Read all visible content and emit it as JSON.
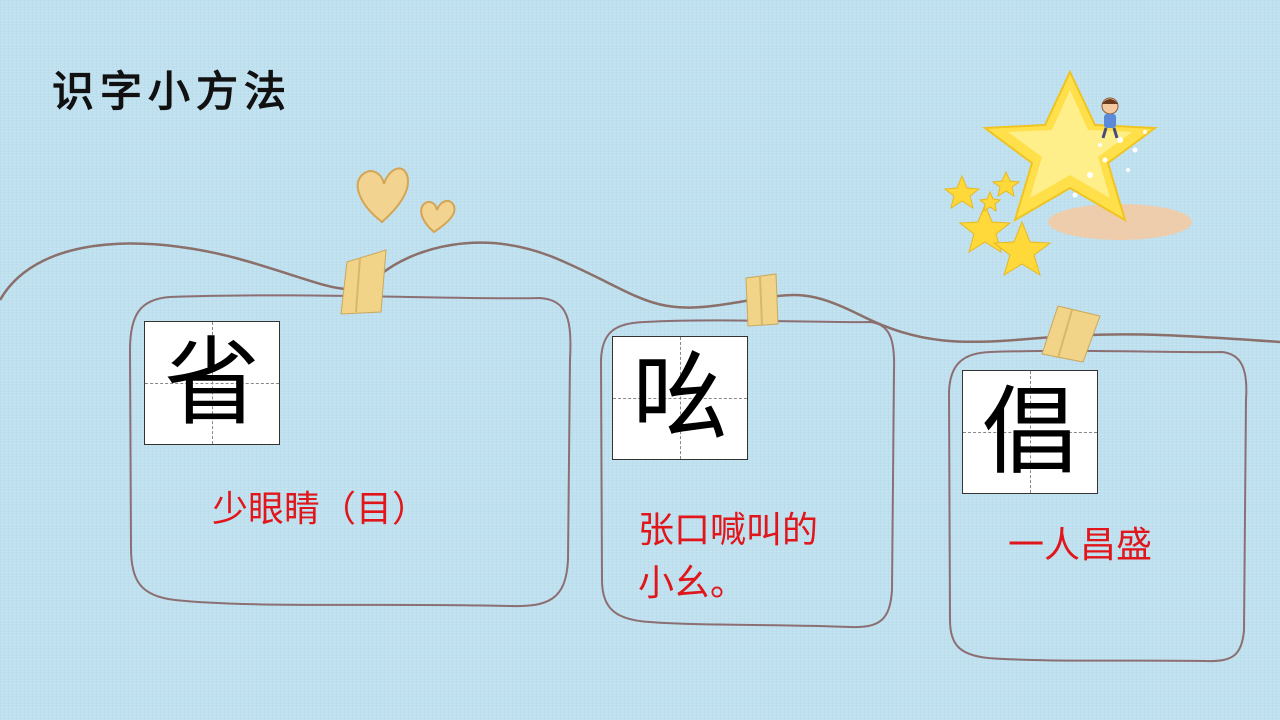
{
  "slide": {
    "title": "识字小方法",
    "cards": [
      {
        "character": "省",
        "hint": "少眼睛（目）"
      },
      {
        "character": "吆",
        "hint_line1": "张口喊叫的",
        "hint_line2": "小幺。"
      },
      {
        "character": "倡",
        "hint": "一人昌盛"
      }
    ]
  },
  "colors": {
    "background": "#bfe0ef",
    "hint_text": "#e0161b",
    "string": "#8a6f6a",
    "tape": "#f1d488",
    "star": "#ffd93a"
  },
  "icons": [
    "heart-icon",
    "heart-icon",
    "tape-icon",
    "star-icon",
    "child-figure-icon"
  ]
}
